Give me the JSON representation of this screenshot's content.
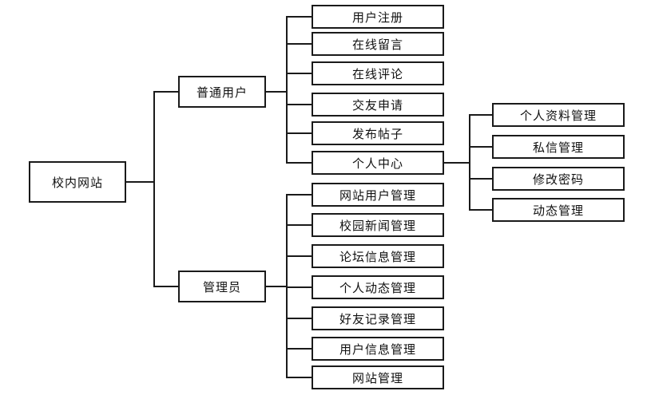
{
  "diagram": {
    "root": {
      "label": "校内网站"
    },
    "user": {
      "label": "普通用户",
      "functions": [
        "用户注册",
        "在线留言",
        "在线评论",
        "交友申请",
        "发布帖子",
        "个人中心"
      ]
    },
    "personal_center": {
      "functions": [
        "个人资料管理",
        "私信管理",
        "修改密码",
        "动态管理"
      ]
    },
    "admin": {
      "label": "管理员",
      "functions": [
        "网站用户管理",
        "校园新闻管理",
        "论坛信息管理",
        "个人动态管理",
        "好友记录管理",
        "用户信息管理",
        "网站管理"
      ]
    }
  },
  "colors": {
    "line": "#1a1a1a",
    "box_border": "#1a1a1a",
    "text": "#111111",
    "background": "#ffffff"
  }
}
